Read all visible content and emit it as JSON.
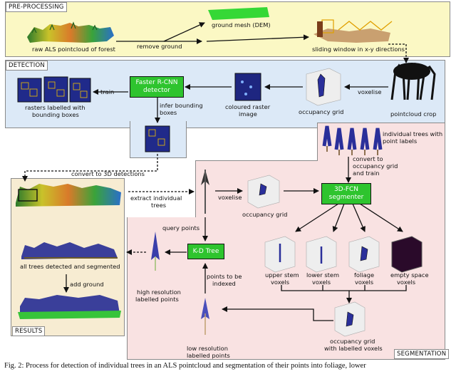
{
  "panels": {
    "preprocessing": "PRE-PROCESSING",
    "detection": "DETECTION",
    "segmentation": "SEGMENTATION",
    "results": "RESULTS"
  },
  "labels": {
    "raw_als": "raw ALS pointcloud of forest",
    "remove_ground": "remove ground",
    "ground_mesh": "ground mesh (DEM)",
    "sliding_window": "sliding window in x-y directions",
    "rasters_1": "rasters labelled with",
    "rasters_2": "bounding boxes",
    "train": "train",
    "infer_1": "infer bounding",
    "infer_2": "boxes",
    "coloured_1": "coloured raster",
    "coloured_2": "image",
    "occupancy_grid_det": "occupancy grid",
    "voxelise_det": "voxelise",
    "pointcloud_crop": "pointcloud crop",
    "convert_3d": "convert to 3D detections",
    "extract_1": "extract individual",
    "extract_2": "trees",
    "voxelise_seg": "voxelise",
    "occupancy_grid_seg": "occupancy grid",
    "individual_1": "individual trees with",
    "individual_2": "point labels",
    "convert_occ_1": "convert to",
    "convert_occ_2": "occupancy grid",
    "convert_occ_3": "and train",
    "query_points": "query points",
    "points_index_1": "points to be",
    "points_index_2": "indexed",
    "high_res_1": "high resolution",
    "high_res_2": "labelled points",
    "low_res_1": "low resolution",
    "low_res_2": "labelled points",
    "upper_1": "upper stem",
    "upper_2": "voxels",
    "lower_1": "lower stem",
    "lower_2": "voxels",
    "foliage_1": "foliage",
    "foliage_2": "voxels",
    "empty_1": "empty space",
    "empty_2": "voxels",
    "occ_labelled_1": "occupancy grid",
    "occ_labelled_2": "with labelled voxels",
    "all_trees": "all trees detected and segmented",
    "add_ground": "add ground"
  },
  "boxes": {
    "faster_rcnn_1": "Faster R-CNN",
    "faster_rcnn_2": "detector",
    "fcn_1": "3D-FCN",
    "fcn_2": "segmenter",
    "kd_tree": "K-D Tree"
  },
  "caption": "Fig. 2: Process for detection of individual trees in an ALS pointcloud and segmentation of their points into foliage, lower",
  "colors": {
    "pre_bg": "#fbf8c4",
    "det_bg": "#dce9f7",
    "seg_bg": "#f9e2e2",
    "res_bg": "#f7ecd2",
    "green_box": "#2ec42e",
    "tree_blue": "#2a2f9a",
    "forest_green": "#37c43a"
  }
}
